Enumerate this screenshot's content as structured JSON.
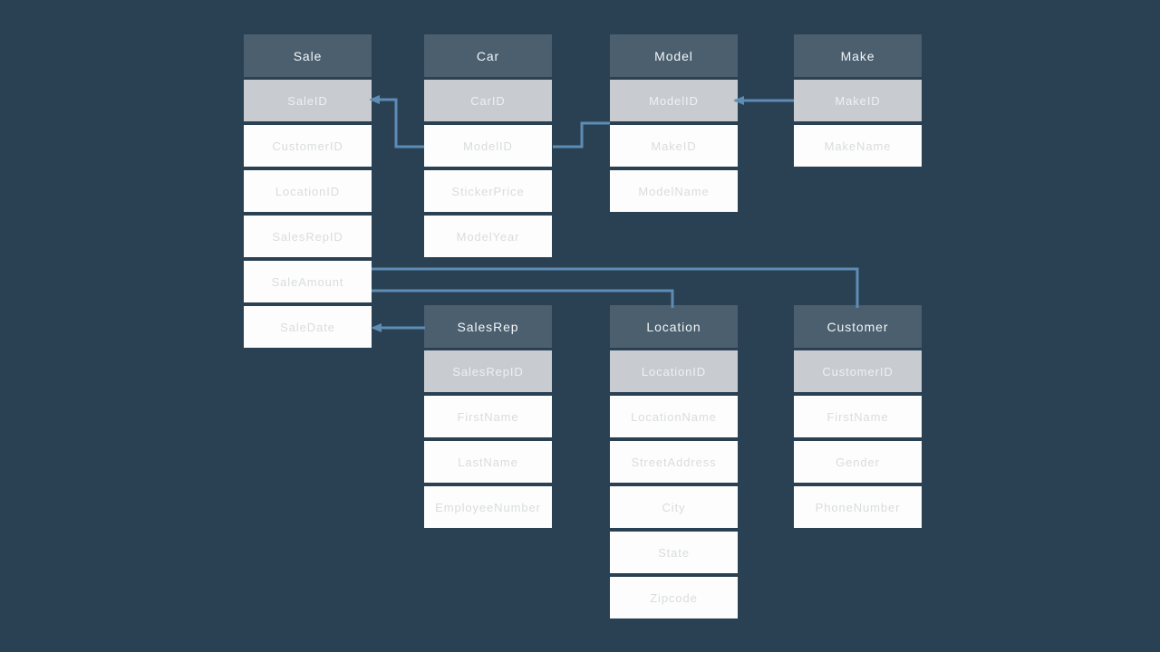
{
  "diagram": {
    "tables": [
      {
        "name": "Sale",
        "fields": [
          {
            "label": "SaleID",
            "pk": true
          },
          {
            "label": "CustomerID"
          },
          {
            "label": "LocationID"
          },
          {
            "label": "SalesRepID"
          },
          {
            "label": "SaleAmount"
          },
          {
            "label": "SaleDate"
          }
        ]
      },
      {
        "name": "Car",
        "fields": [
          {
            "label": "CarID",
            "pk": true
          },
          {
            "label": "ModelID"
          },
          {
            "label": "StickerPrice"
          },
          {
            "label": "ModelYear"
          }
        ]
      },
      {
        "name": "Model",
        "fields": [
          {
            "label": "ModelID",
            "pk": true
          },
          {
            "label": "MakeID"
          },
          {
            "label": "ModelName"
          }
        ]
      },
      {
        "name": "Make",
        "fields": [
          {
            "label": "MakeID",
            "pk": true
          },
          {
            "label": "MakeName"
          }
        ]
      },
      {
        "name": "SalesRep",
        "fields": [
          {
            "label": "SalesRepID",
            "pk": true
          },
          {
            "label": "FirstName"
          },
          {
            "label": "LastName"
          },
          {
            "label": "EmployeeNumber"
          }
        ]
      },
      {
        "name": "Location",
        "fields": [
          {
            "label": "LocationID",
            "pk": true
          },
          {
            "label": "LocationName"
          },
          {
            "label": "StreetAddress"
          },
          {
            "label": "City"
          },
          {
            "label": "State"
          },
          {
            "label": "Zipcode"
          }
        ]
      },
      {
        "name": "Customer",
        "fields": [
          {
            "label": "CustomerID",
            "pk": true
          },
          {
            "label": "FirstName"
          },
          {
            "label": "Gender"
          },
          {
            "label": "PhoneNumber"
          }
        ]
      }
    ],
    "relationships": [
      {
        "id": "sale-car",
        "from": "Sale.SaleID",
        "to": "Car.ModelID"
      },
      {
        "id": "car-model",
        "from": "Car.ModelID",
        "to": "Model.ModelID"
      },
      {
        "id": "make-model",
        "from": "Make.MakeID",
        "to": "Model.ModelID"
      },
      {
        "id": "sale-customer",
        "from": "Sale.SaleAmount",
        "to": "Customer"
      },
      {
        "id": "sale-location",
        "from": "Sale.SaleAmount",
        "to": "Location"
      },
      {
        "id": "sale-salesrep",
        "from": "Sale.SaleDate",
        "to": "SalesRep"
      }
    ],
    "colors": {
      "background": "#2a4154",
      "header": "#4b5f6f",
      "header_text": "#f3f6f7",
      "pk_row": "#c8ccd0",
      "pk_text": "#eef1f2",
      "row": "#fdfdfd",
      "row_text": "#d9dcde",
      "connector": "#5d8cb4"
    }
  }
}
